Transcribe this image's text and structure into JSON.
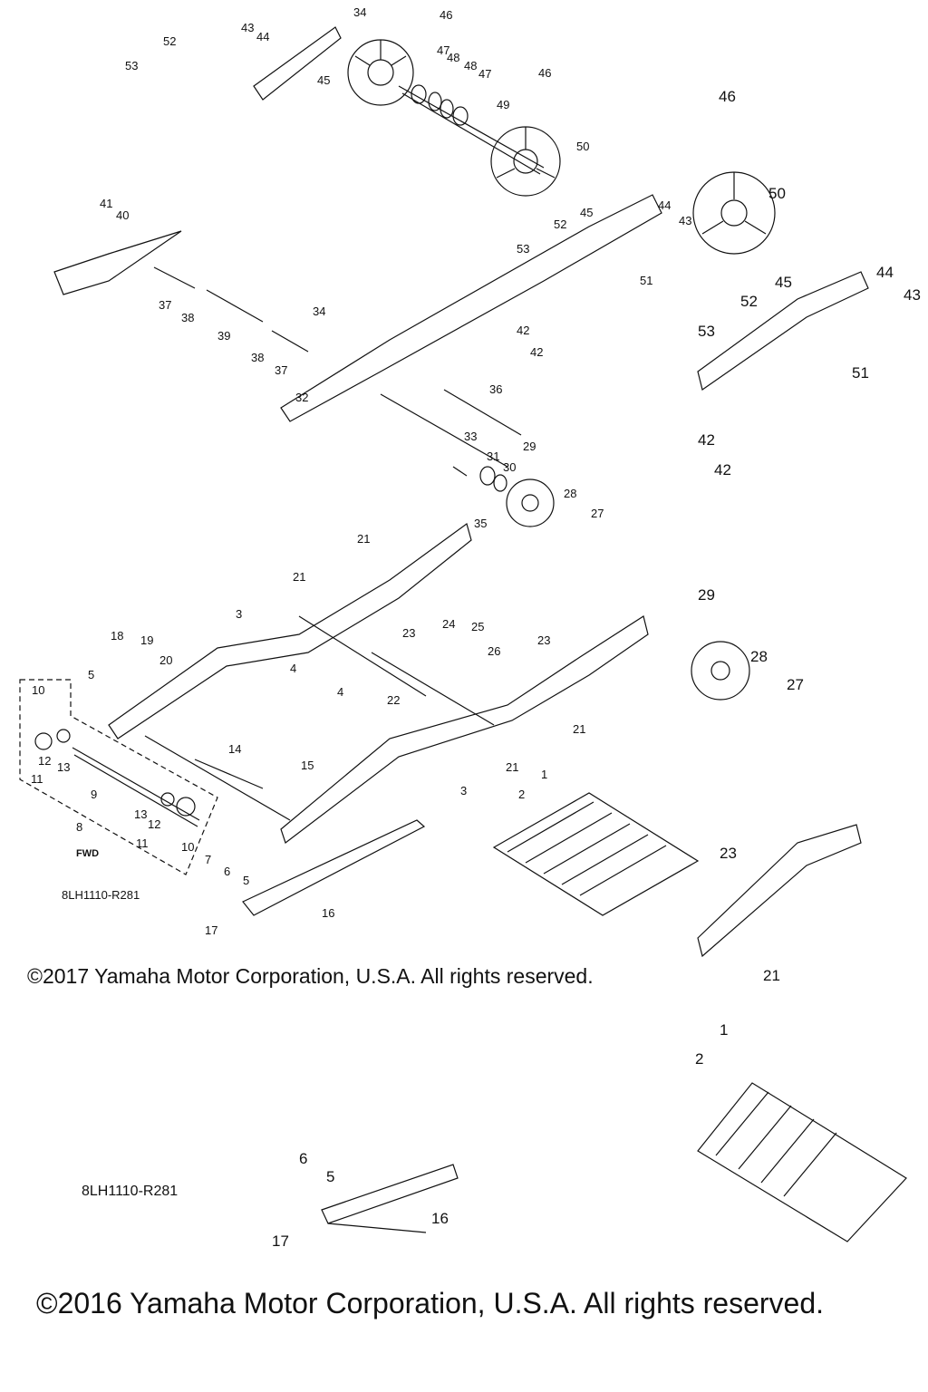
{
  "upper_diagram": {
    "callouts": [
      "43",
      "44",
      "34",
      "46",
      "52",
      "53",
      "45",
      "47",
      "48",
      "48",
      "47",
      "46",
      "49",
      "50",
      "41",
      "40",
      "52",
      "45",
      "44",
      "43",
      "53",
      "51",
      "37",
      "38",
      "39",
      "38",
      "37",
      "34",
      "42",
      "42",
      "32",
      "36",
      "33",
      "29",
      "31",
      "30",
      "35",
      "28",
      "27",
      "21",
      "21",
      "3",
      "23",
      "24",
      "25",
      "26",
      "23",
      "18",
      "19",
      "20",
      "4",
      "22",
      "4",
      "5",
      "10",
      "12",
      "13",
      "11",
      "9",
      "14",
      "15",
      "21",
      "21",
      "3",
      "13",
      "12",
      "11",
      "10",
      "7",
      "6",
      "5",
      "8",
      "1",
      "2",
      "16",
      "17"
    ],
    "fwd_label": "FWD",
    "code": "8LH1110-R281",
    "copyright": "©2017 Yamaha Motor Corporation, U.S.A. All rights reserved."
  },
  "zoom_diagram": {
    "callouts": [
      "46",
      "50",
      "52",
      "45",
      "44",
      "43",
      "53",
      "51",
      "42",
      "42",
      "29",
      "28",
      "27",
      "23",
      "21",
      "1",
      "2",
      "5",
      "6",
      "16",
      "17"
    ],
    "code": "8LH1110-R281",
    "copyright": "©2016 Yamaha Motor Corporation, U.S.A. All rights reserved."
  }
}
